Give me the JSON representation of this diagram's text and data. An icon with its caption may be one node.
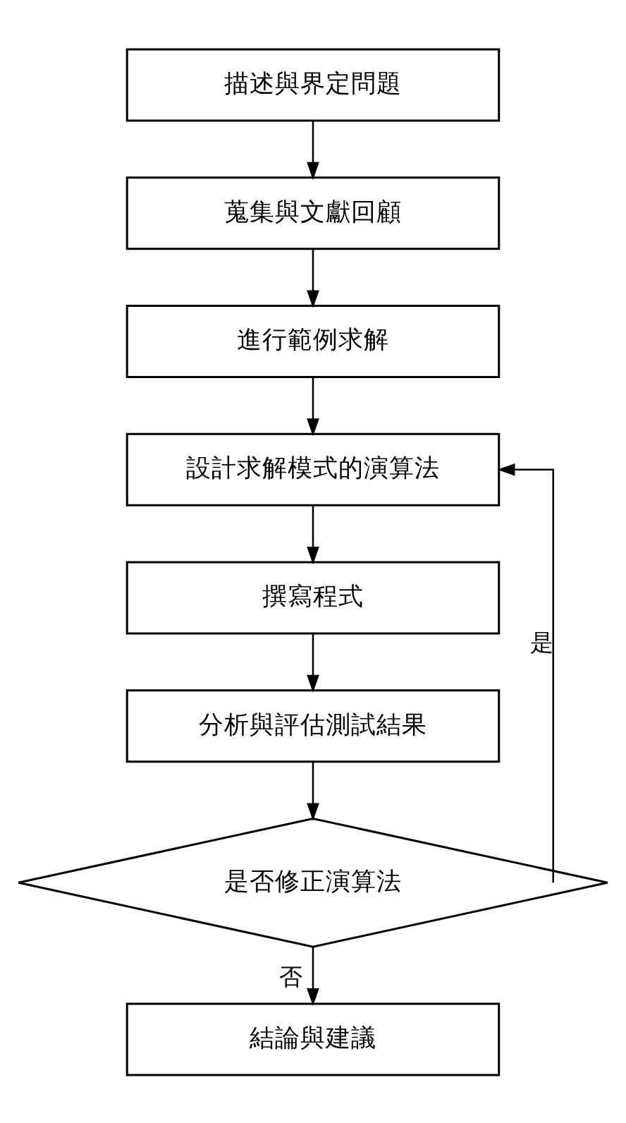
{
  "diagram": {
    "nodes": [
      {
        "text": [
          "描述與界定問題"
        ]
      },
      {
        "text": [
          "蒐集與文獻回顧"
        ]
      },
      {
        "text": [
          "進行範例求解"
        ]
      },
      {
        "text": [
          "設計求解模式的演算法"
        ]
      },
      {
        "text": [
          "撰寫程式"
        ]
      },
      {
        "text": [
          "分析與評估測試結果"
        ]
      },
      {
        "text": [
          "是否修正演算法"
        ]
      },
      {
        "text": [
          "結論與建議"
        ]
      }
    ],
    "edges": [
      {
        "from": 0,
        "to": 1,
        "arrow": "to"
      },
      {
        "from": 1,
        "to": 2,
        "arrow": "to"
      },
      {
        "from": 2,
        "to": 3,
        "arrow": "to"
      },
      {
        "from": 3,
        "to": 4,
        "arrow": "to"
      },
      {
        "from": 4,
        "to": 5,
        "arrow": "to"
      },
      {
        "from": 5,
        "to": 6,
        "arrow": "to"
      },
      {
        "from": 6,
        "to": 3,
        "arrow": "to",
        "label": "是"
      },
      {
        "from": 6,
        "to": 7,
        "arrow": "to",
        "label": "否"
      }
    ]
  }
}
